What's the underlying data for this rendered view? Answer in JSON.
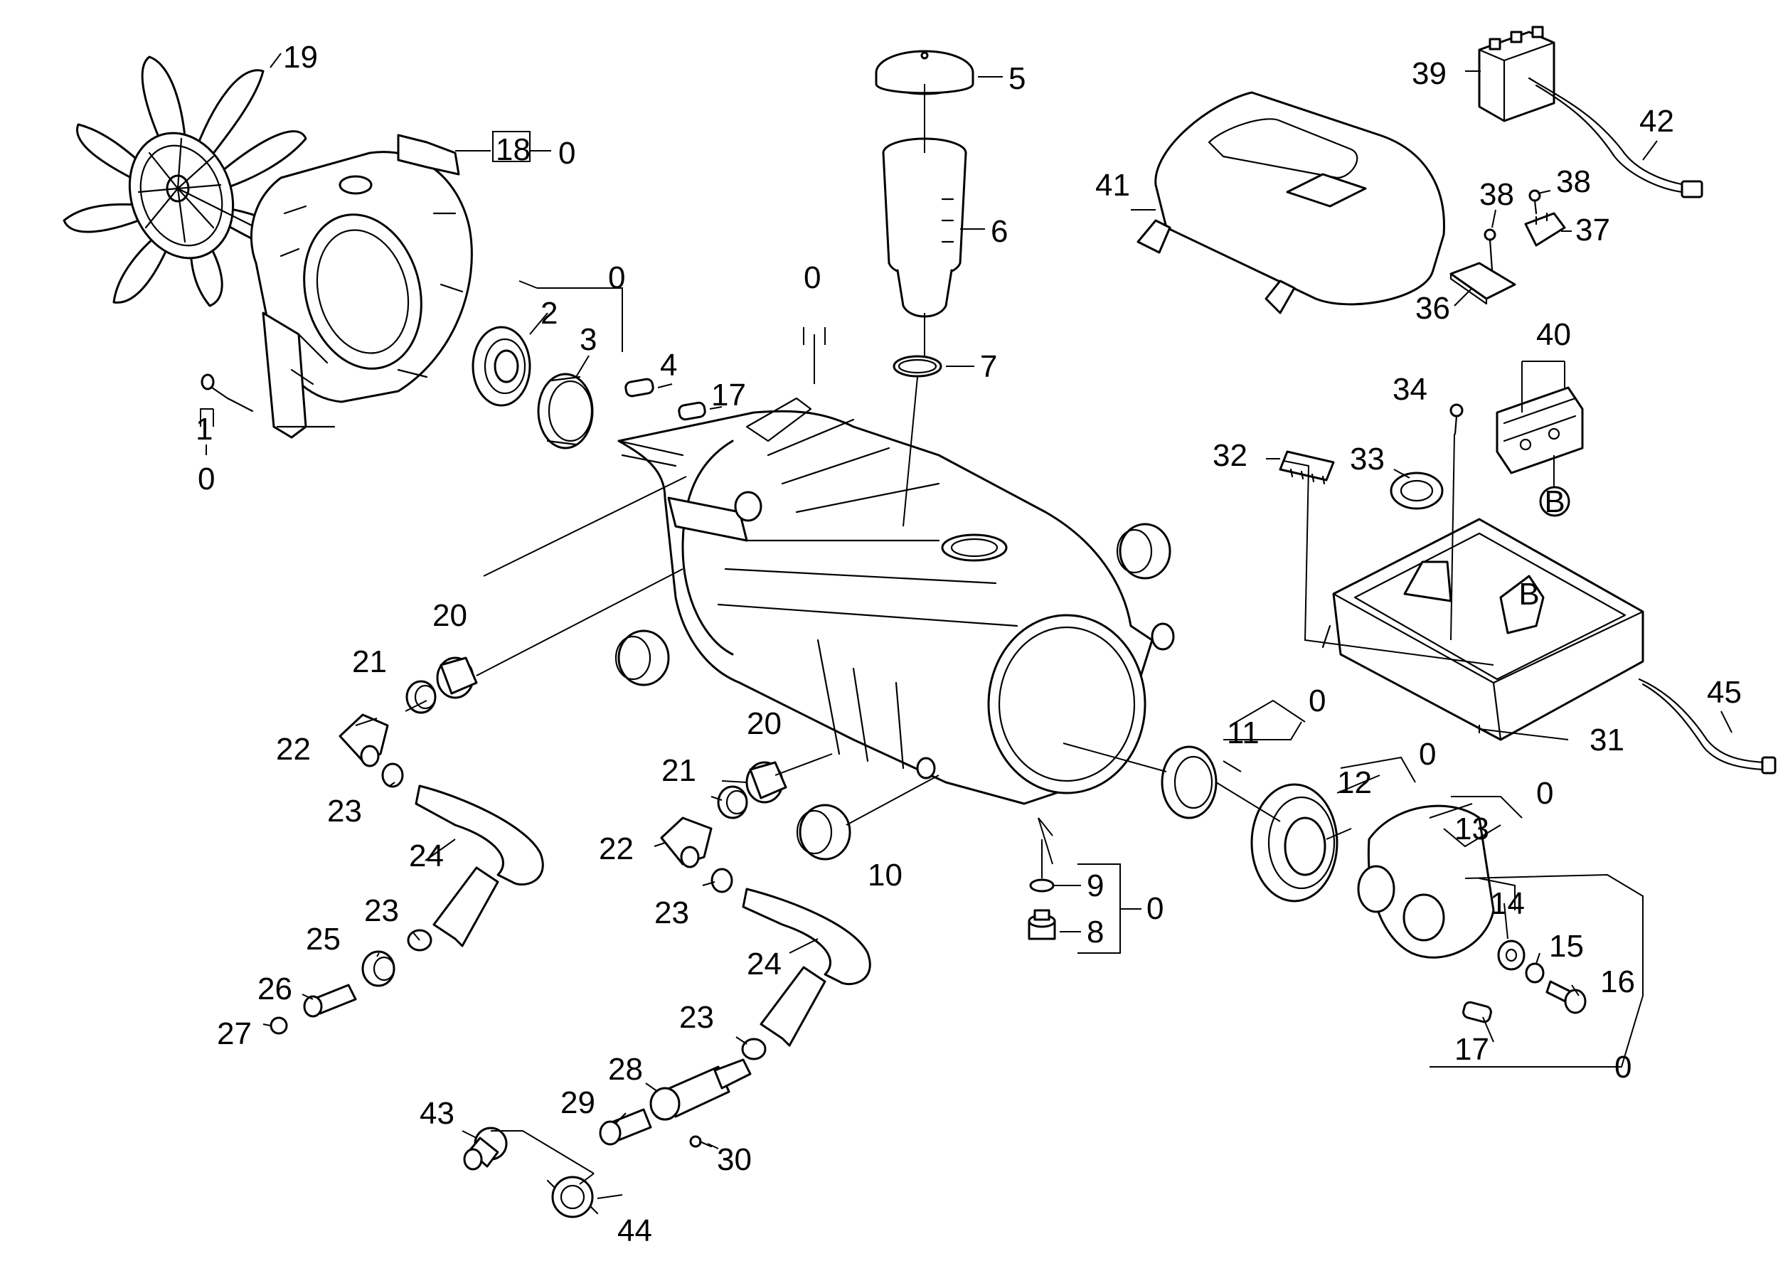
{
  "labels": {
    "p0": "0",
    "p1": "1",
    "p2": "2",
    "p3": "3",
    "p4": "4",
    "p5": "5",
    "p6": "6",
    "p7": "7",
    "p8": "8",
    "p9": "9",
    "p10": "10",
    "p11": "11",
    "p12": "12",
    "p13": "13",
    "p14": "14",
    "p15": "15",
    "p16": "16",
    "p17": "17",
    "p18": "18",
    "p19": "19",
    "p20": "20",
    "p21": "21",
    "p22": "22",
    "p23": "23",
    "p24": "24",
    "p25": "25",
    "p26": "26",
    "p27": "27",
    "p28": "28",
    "p29": "29",
    "p30": "30",
    "p31": "31",
    "p32": "32",
    "p33": "33",
    "p34": "34",
    "p36": "36",
    "p37": "37",
    "p38": "38",
    "p39": "39",
    "p40": "40",
    "p41": "41",
    "p42": "42",
    "p43": "43",
    "p44": "44",
    "p45": "45",
    "pB": "B"
  }
}
